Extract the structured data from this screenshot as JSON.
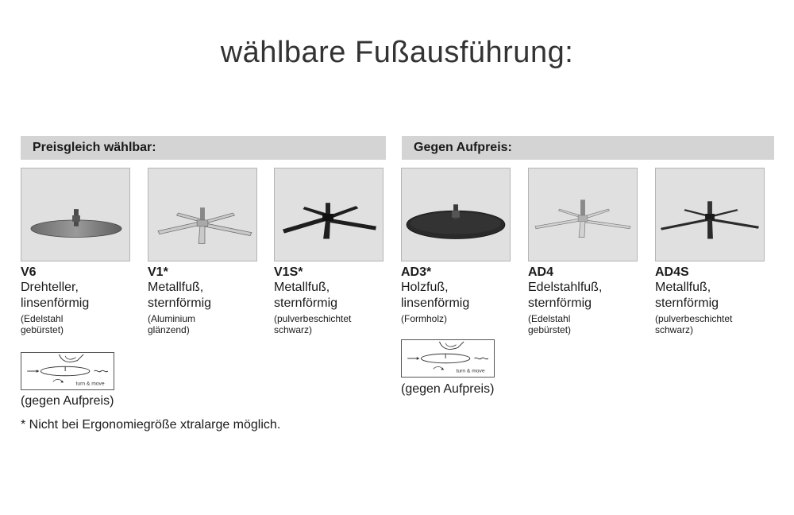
{
  "title": "wählbare Fußausführung:",
  "sections": [
    {
      "label": "Preisgleich wählbar:"
    },
    {
      "label": "Gegen Aufpreis:"
    }
  ],
  "products": [
    {
      "code": "V6",
      "desc1": "Drehteller,",
      "desc2": "linsenförmig",
      "note1": "(Edelstahl",
      "note2": "gebürstet)"
    },
    {
      "code": "V1*",
      "desc1": "Metallfuß,",
      "desc2": "sternförmig",
      "note1": "(Aluminium",
      "note2": "glänzend)"
    },
    {
      "code": "V1S*",
      "desc1": "Metallfuß,",
      "desc2": "sternförmig",
      "note1": "(pulverbeschichtet",
      "note2": "schwarz)"
    },
    {
      "code": "AD3*",
      "desc1": "Holzfuß,",
      "desc2": "linsenförmig",
      "note1": "(Formholz)",
      "note2": ""
    },
    {
      "code": "AD4",
      "desc1": "Edelstahlfuß,",
      "desc2": "sternförmig",
      "note1": "(Edelstahl",
      "note2": "gebürstet)"
    },
    {
      "code": "AD4S",
      "desc1": "Metallfuß,",
      "desc2": "sternförmig",
      "note1": "(pulverbeschichtet",
      "note2": "schwarz)"
    }
  ],
  "turn_label": "turn & move",
  "surcharge_label": "(gegen Aufpreis)",
  "footnote": "* Nicht bei Ergonomiegröße xtralarge möglich."
}
